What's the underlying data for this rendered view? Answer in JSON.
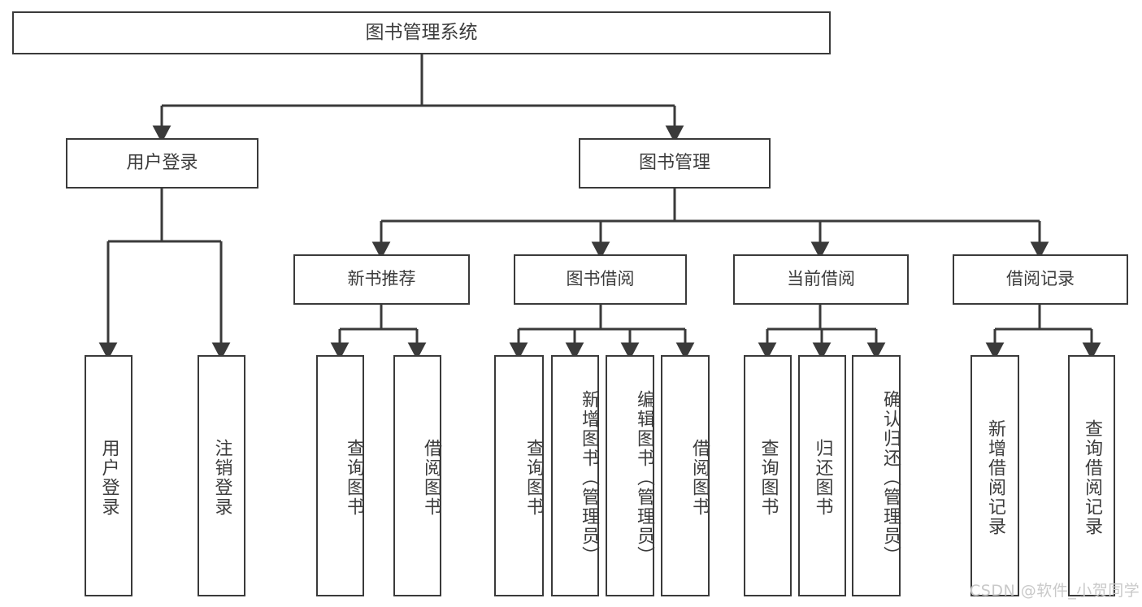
{
  "diagram": {
    "title": "图书管理系统",
    "type": "hierarchy-tree",
    "watermark": "CSDN @软件_小贺同学",
    "colors": {
      "box_border": "#3a3a3a",
      "box_fill": "#ffffff",
      "edge": "#3a3a3a",
      "text": "#3c3c3c",
      "watermark": "#c9c9c9"
    },
    "root": {
      "label": "图书管理系统"
    },
    "level2": [
      {
        "id": "user-login",
        "label": "用户登录"
      },
      {
        "id": "book-manage",
        "label": "图书管理"
      }
    ],
    "level3": [
      {
        "id": "new-book-recommend",
        "label": "新书推荐",
        "parent": "book-manage"
      },
      {
        "id": "book-borrow",
        "label": "图书借阅",
        "parent": "book-manage"
      },
      {
        "id": "current-borrow",
        "label": "当前借阅",
        "parent": "book-manage"
      },
      {
        "id": "borrow-record",
        "label": "借阅记录",
        "parent": "book-manage"
      }
    ],
    "leaves": [
      {
        "id": "leaf-user-login",
        "label": "用户登录",
        "parent": "user-login"
      },
      {
        "id": "leaf-logout-login",
        "label": "注销登录",
        "parent": "user-login"
      },
      {
        "id": "leaf-query-book-1",
        "label": "查询图书",
        "parent": "new-book-recommend"
      },
      {
        "id": "leaf-borrow-book-1",
        "label": "借阅图书",
        "parent": "new-book-recommend"
      },
      {
        "id": "leaf-query-book-2",
        "label": "查询图书",
        "parent": "book-borrow"
      },
      {
        "id": "leaf-add-book",
        "label": "新增图书（管理员）",
        "parent": "book-borrow"
      },
      {
        "id": "leaf-edit-book",
        "label": "编辑图书（管理员）",
        "parent": "book-borrow"
      },
      {
        "id": "leaf-borrow-book-2",
        "label": "借阅图书",
        "parent": "book-borrow"
      },
      {
        "id": "leaf-query-book-3",
        "label": "查询图书",
        "parent": "current-borrow"
      },
      {
        "id": "leaf-return-book",
        "label": "归还图书",
        "parent": "current-borrow"
      },
      {
        "id": "leaf-confirm-return",
        "label": "确认归还（管理员）",
        "parent": "current-borrow"
      },
      {
        "id": "leaf-add-record",
        "label": "新增借阅记录",
        "parent": "borrow-record"
      },
      {
        "id": "leaf-query-record",
        "label": "查询借阅记录",
        "parent": "borrow-record"
      }
    ]
  }
}
